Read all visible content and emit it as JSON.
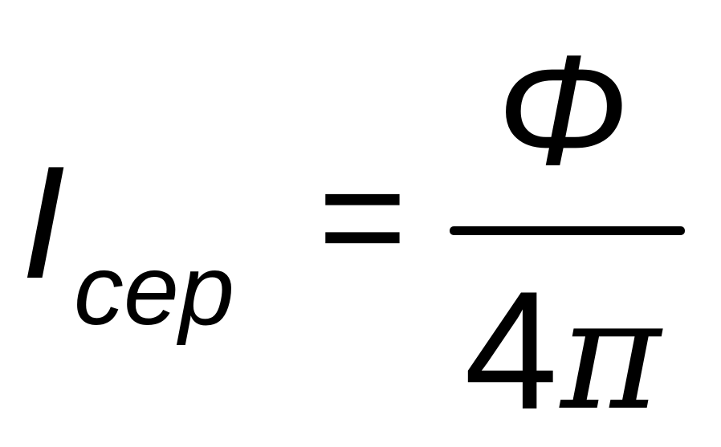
{
  "formula": {
    "lhs_symbol": "I",
    "lhs_subscript": "cep",
    "equals": "=",
    "numerator": "Φ",
    "denominator_number": "4",
    "denominator_symbol": "π"
  }
}
